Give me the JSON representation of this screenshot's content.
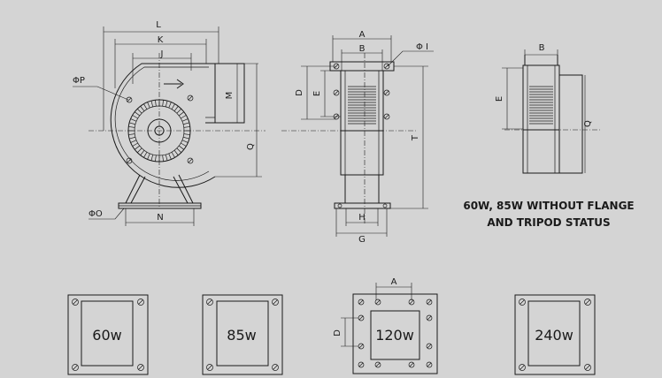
{
  "front_view": {
    "labels": {
      "L": "L",
      "K": "K",
      "J": "J",
      "P": "ΦP",
      "O": "ΦO",
      "M": "M",
      "Q": "Q",
      "N": "N"
    }
  },
  "side_view": {
    "labels": {
      "A": "A",
      "B": "B",
      "I": "Φ I",
      "D": "D",
      "E": "E",
      "T": "T",
      "H": "H",
      "G": "G"
    }
  },
  "small_view": {
    "labels": {
      "B": "B",
      "E": "E",
      "Q": "Q"
    },
    "caption_line1": "60W, 85W WITHOUT FLANGE",
    "caption_line2": "AND TRIPOD STATUS"
  },
  "flanges": [
    {
      "label": "60w"
    },
    {
      "label": "85w"
    },
    {
      "label": "120w",
      "dim_a": "A",
      "dim_d": "D"
    },
    {
      "label": "240w"
    }
  ]
}
